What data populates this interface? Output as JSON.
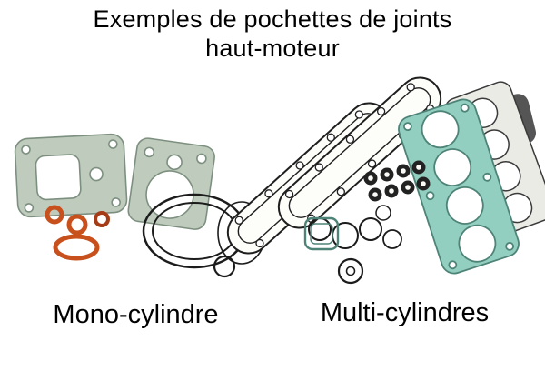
{
  "title": {
    "line1": "Exemples de pochettes de joints",
    "line2": "haut-moteur"
  },
  "captions": {
    "mono": "Mono-cylindre",
    "multi": "Multi-cylindres"
  },
  "colors": {
    "background": "#ffffff",
    "text": "#000000",
    "gasket_green": "#bfcbbd",
    "gasket_teal": "#93cfc1",
    "gasket_gray": "#ebebe6",
    "oring_orange": "#c7501c",
    "ring_black": "#1c1c1c",
    "dark_metal": "#555555"
  }
}
